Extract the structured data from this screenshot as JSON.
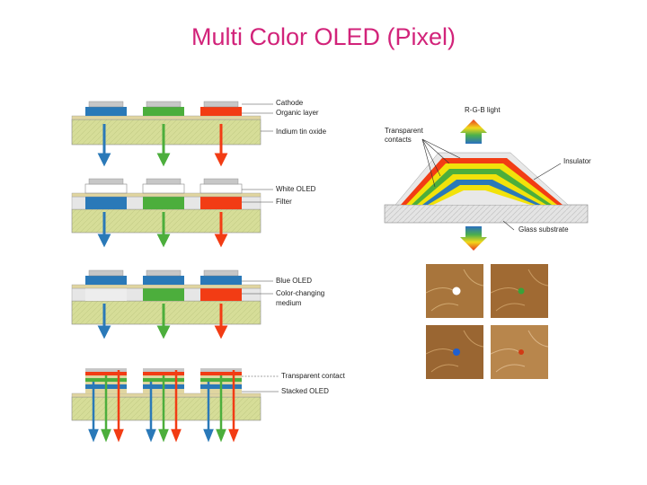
{
  "title": "Multi Color OLED (Pixel)",
  "panels": {
    "rgb_side_by_side": {
      "labels": [
        "Cathode",
        "Organic layer",
        "Indium tin oxide"
      ]
    },
    "white_filter": {
      "labels": [
        "White OLED",
        "Filter"
      ]
    },
    "blue_color_changing": {
      "labels": [
        "Blue OLED",
        "Color-changing",
        "medium"
      ]
    },
    "stacked": {
      "labels": [
        "Transparent contact",
        "Stacked OLED"
      ]
    }
  },
  "stack_diagram": {
    "top_label": "R-G-B light",
    "contacts_label_line1": "Transparent",
    "contacts_label_line2": "contacts",
    "insulator_label": "Insulator",
    "substrate_label": "Glass substrate"
  },
  "colors": {
    "title": "#d2237a",
    "red": "#f23c14",
    "green": "#4cae3c",
    "blue": "#2a79b8",
    "yellow": "#f2e20a",
    "substrate": "#d6dd98",
    "cathode": "#c7c7c7",
    "ito": "#e0d5a0"
  },
  "photos": {
    "dot_colors": [
      "white",
      "green",
      "blue",
      "red"
    ]
  }
}
